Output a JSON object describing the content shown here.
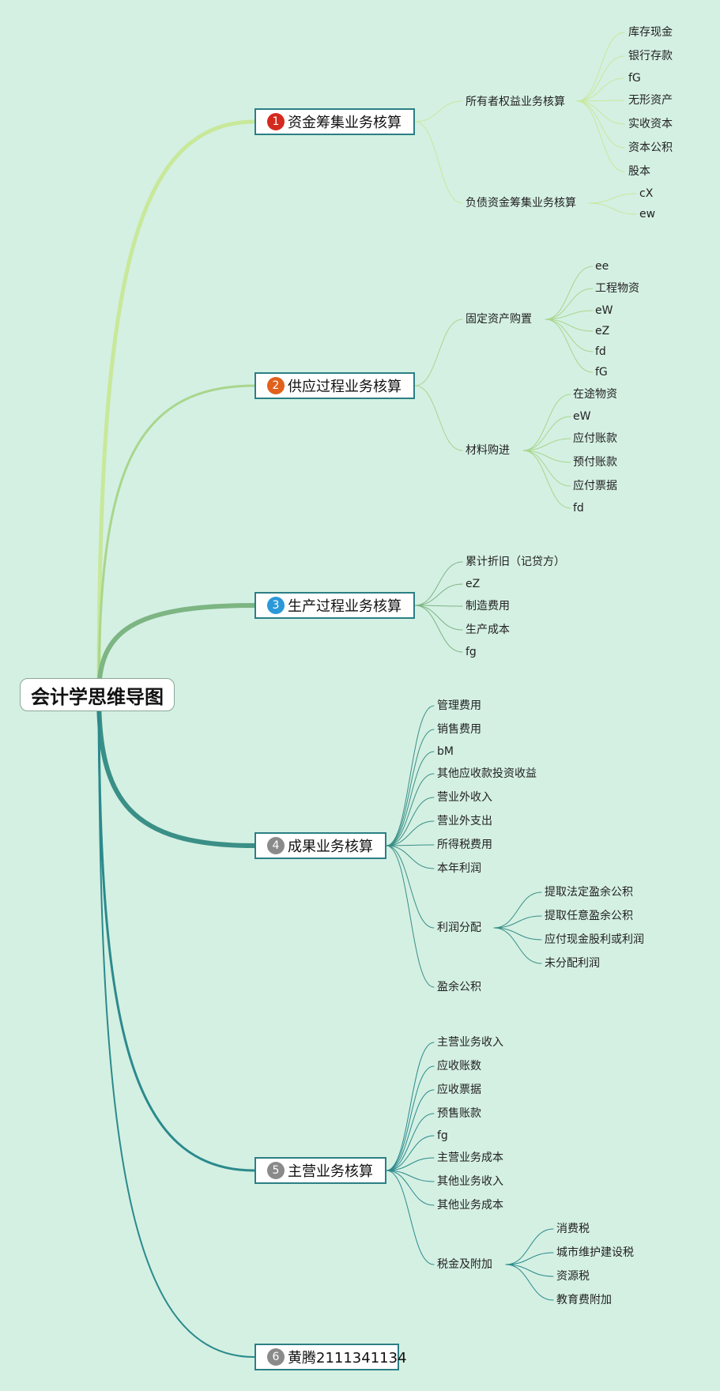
{
  "root": {
    "label": "会计学思维导图"
  },
  "branches": [
    {
      "badge": "1",
      "badge_color": "#d42a1e",
      "label": "资金筹集业务核算",
      "link_color": "#c8e89a",
      "subs": [
        {
          "label": "所有者权益业务核算",
          "leaves": [
            "库存现金",
            "银行存款",
            "fG",
            "无形资产",
            "实收资本",
            "资本公积",
            "股本"
          ]
        },
        {
          "label": "负债资金筹集业务核算",
          "leaves": [
            "cX",
            "ew"
          ]
        }
      ]
    },
    {
      "badge": "2",
      "badge_color": "#e0601c",
      "label": "供应过程业务核算",
      "link_color": "#a9d68c",
      "subs": [
        {
          "label": "固定资产购置",
          "leaves": [
            "ee",
            "工程物资",
            "eW",
            "eZ",
            "fd",
            "fG"
          ]
        },
        {
          "label": "材料购进",
          "leaves": [
            "在途物资",
            "eW",
            "应付账款",
            "预付账款",
            "应付票据",
            "fd"
          ]
        }
      ]
    },
    {
      "badge": "3",
      "badge_color": "#2b98d8",
      "label": "生产过程业务核算",
      "link_color": "#7db583",
      "leaves": [
        "累计折旧（记贷方）",
        "eZ",
        "制造费用",
        "生产成本",
        "fg"
      ]
    },
    {
      "badge": "4",
      "badge_color": "#8a8a8a",
      "label": "成果业务核算",
      "link_color": "#3a8f86",
      "leaves": [
        "管理费用",
        "销售费用",
        "bM",
        "其他应收款投资收益",
        "营业外收入",
        "营业外支出",
        "所得税费用",
        "本年利润"
      ],
      "subs": [
        {
          "label": "利润分配",
          "leaves": [
            "提取法定盈余公积",
            "提取任意盈余公积",
            "应付现金股利或利润",
            "未分配利润"
          ]
        }
      ],
      "tail_leaves": [
        "盈余公积"
      ]
    },
    {
      "badge": "5",
      "badge_color": "#8a8a8a",
      "label": "主营业务核算",
      "link_color": "#2b8a8c",
      "leaves": [
        "主营业务收入",
        "应收账数",
        "应收票据",
        "预售账款",
        "fg",
        "主营业务成本",
        "其他业务收入",
        "其他业务成本"
      ],
      "subs": [
        {
          "label": "税金及附加",
          "leaves": [
            "消费税",
            "城市维护建设税",
            "资源税",
            "教育费附加"
          ]
        }
      ]
    },
    {
      "badge": "6",
      "badge_color": "#8a8a8a",
      "label": "黄腾2111341134",
      "link_color": "#2b8a8c"
    }
  ]
}
